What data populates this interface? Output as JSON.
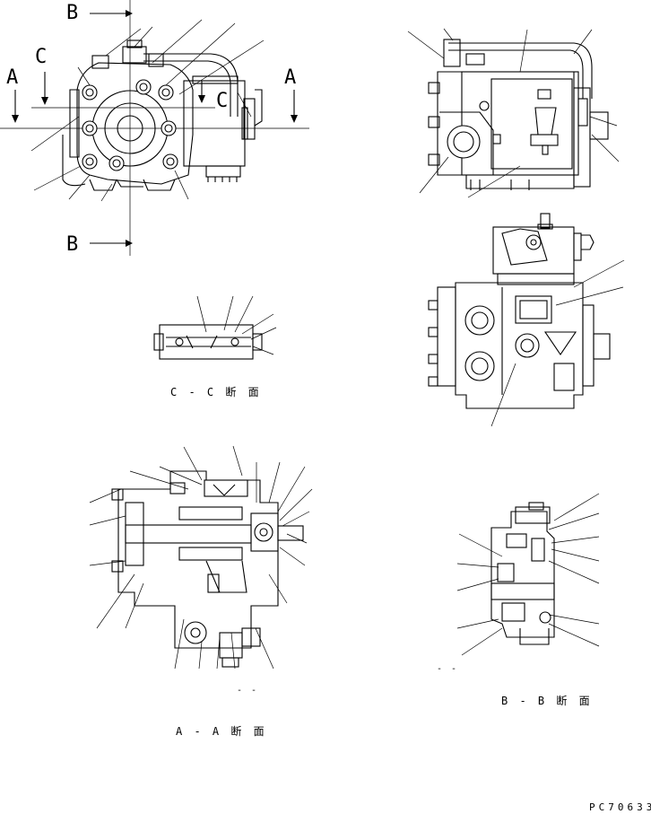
{
  "sheet_code": "PC70633",
  "section_markers": {
    "a_left": "A",
    "a_right": "A",
    "b_top": "B",
    "b_bottom": "B",
    "c_left": "C",
    "c_right": "C"
  },
  "captions": {
    "cc": "C - C 断 面",
    "aa": "A - A 断 面",
    "bb": "B - B 断 面"
  },
  "stray_marks": {
    "near_aa": "- -",
    "near_bb": "- -"
  }
}
